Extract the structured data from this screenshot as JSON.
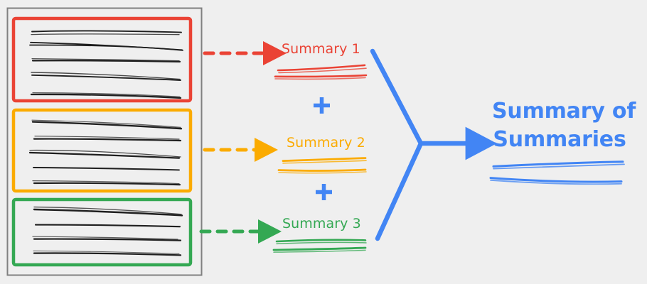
{
  "diagram": {
    "title": "Summary of Summaries pipeline",
    "background_color": "#efefef",
    "colors": {
      "red": "#ea4335",
      "orange": "#fbab00",
      "green": "#34a853",
      "blue": "#4285f4",
      "document_border": "#808080",
      "text_stroke": "#1f1f1f"
    },
    "document_container": {
      "name": "source-document",
      "border_color": "#808080"
    },
    "chunks": [
      {
        "id": "chunk-1",
        "color": "#ea4335",
        "text_line_count": 5,
        "arrow": {
          "style": "dashed",
          "color": "#ea4335"
        },
        "summary_label": "Summary 1",
        "summary_line_count": 2
      },
      {
        "id": "chunk-2",
        "color": "#fbab00",
        "text_line_count": 5,
        "arrow": {
          "style": "dashed",
          "color": "#fbab00"
        },
        "summary_label": "Summary 2",
        "summary_line_count": 2
      },
      {
        "id": "chunk-3",
        "color": "#34a853",
        "text_line_count": 4,
        "arrow": {
          "style": "dashed",
          "color": "#34a853"
        },
        "summary_label": "Summary 3",
        "summary_line_count": 2
      }
    ],
    "operators": [
      {
        "id": "plus-1",
        "symbol": "+",
        "color": "#4285f4"
      },
      {
        "id": "plus-2",
        "symbol": "+",
        "color": "#4285f4"
      }
    ],
    "merge": {
      "name": "merge-arrow",
      "color": "#4285f4",
      "style": "solid"
    },
    "final": {
      "label_line_1": "Summary of",
      "label_line_2": "Summaries",
      "color": "#4285f4",
      "summary_line_count": 2
    }
  }
}
